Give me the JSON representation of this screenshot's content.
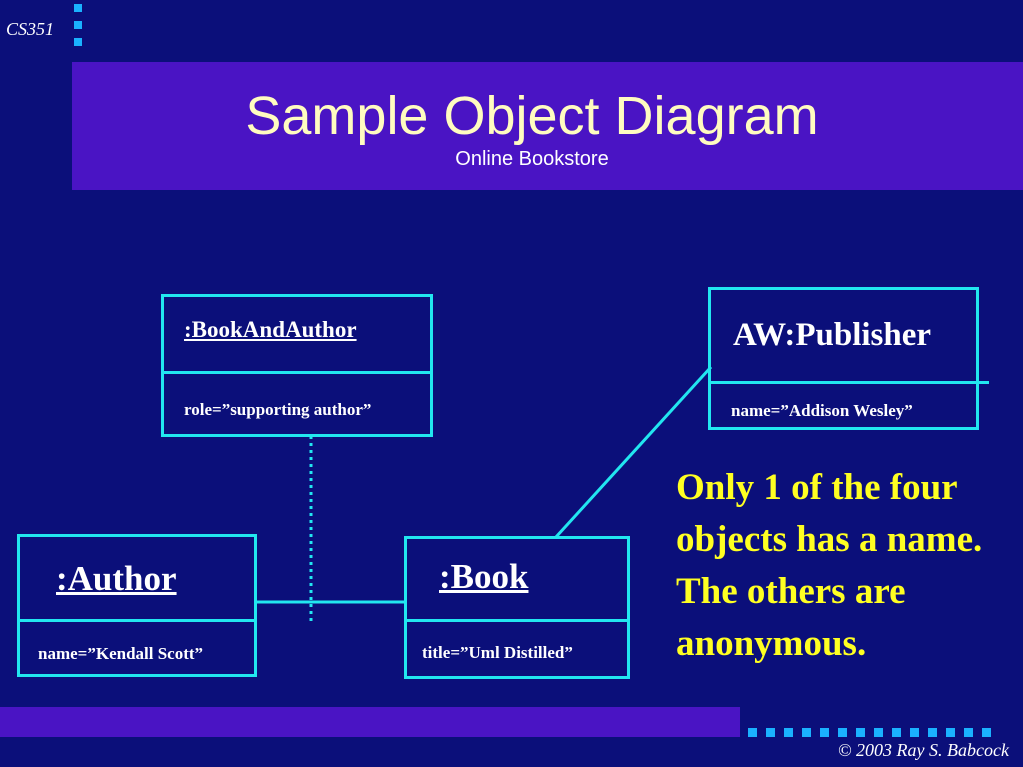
{
  "header": {
    "course_code": "CS351"
  },
  "slide": {
    "title": "Sample Object Diagram",
    "subtitle": "Online Bookstore"
  },
  "objects": {
    "book_and_author": {
      "name": ":BookAndAuthor",
      "attribute": "role=”supporting author”"
    },
    "publisher": {
      "name": "AW:Publisher",
      "attribute": "name=”Addison Wesley”"
    },
    "author": {
      "name": ":Author",
      "attribute": "name=”Kendall Scott”"
    },
    "book": {
      "name": ":Book",
      "attribute": "title=”Uml Distilled”"
    }
  },
  "note": {
    "text": "Only 1 of the four objects has a name.  The others are anonymous."
  },
  "footer": {
    "copyright": "© 2003  Ray S. Babcock"
  },
  "colors": {
    "background": "#0b0f7a",
    "band": "#4a14c4",
    "line": "#22e6f0",
    "note_text": "#ffff22",
    "title_text": "#fffcc0",
    "accent_squares": "#1ab2ff"
  }
}
